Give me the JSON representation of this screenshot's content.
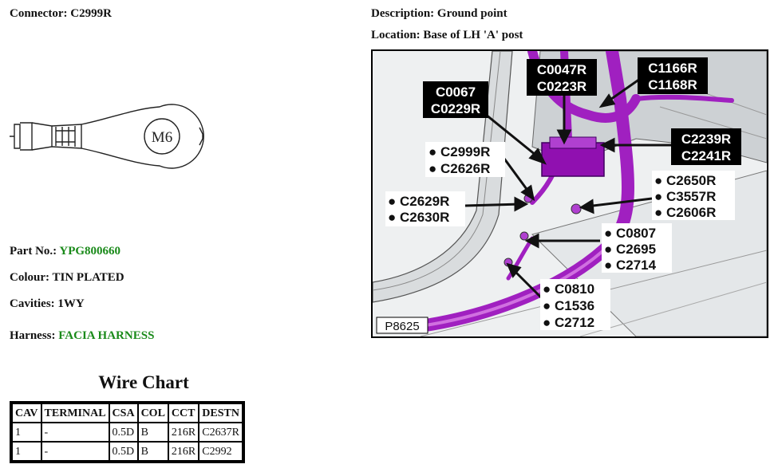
{
  "connector": {
    "label": "Connector:",
    "value": "C2999R"
  },
  "description": {
    "label": "Description:",
    "value": "Ground point"
  },
  "location": {
    "label": "Location:",
    "value": "Base of LH 'A' post"
  },
  "terminal_drawing": {
    "stud_size": "M6"
  },
  "part_no": {
    "label": "Part No.:",
    "value": "YPG800660",
    "color": "#1a8a1a"
  },
  "colour": {
    "label": "Colour:",
    "value": "TIN PLATED"
  },
  "cavities": {
    "label": "Cavities:",
    "value": "1WY"
  },
  "harness": {
    "label": "Harness:",
    "value": "FACIA HARNESS",
    "color": "#1a8a1a"
  },
  "diagram": {
    "ref": "P8625",
    "harness_color": "#a020c0",
    "callouts": {
      "c0067": [
        "C0067",
        "C0229R"
      ],
      "c0047": [
        "C0047R",
        "C0223R"
      ],
      "c1166": [
        "C1166R",
        "C1168R"
      ],
      "c2239": [
        "C2239R",
        "C2241R"
      ],
      "c2999": [
        "C2999R",
        "C2626R"
      ],
      "c2650": [
        "C2650R",
        "C3557R",
        "C2606R"
      ],
      "c2629": [
        "C2629R",
        "C2630R"
      ],
      "c0807": [
        "C0807",
        "C2695",
        "C2714"
      ],
      "c0810": [
        "C0810",
        "C1536",
        "C2712"
      ]
    }
  },
  "wire_chart": {
    "title": "Wire Chart",
    "headers": [
      "CAV",
      "TERMINAL",
      "CSA",
      "COL",
      "CCT",
      "DESTN"
    ],
    "rows": [
      [
        "1",
        "-",
        "0.5D",
        "B",
        "216R",
        "C2637R"
      ],
      [
        "1",
        "-",
        "0.5D",
        "B",
        "216R",
        "C2992"
      ]
    ]
  }
}
